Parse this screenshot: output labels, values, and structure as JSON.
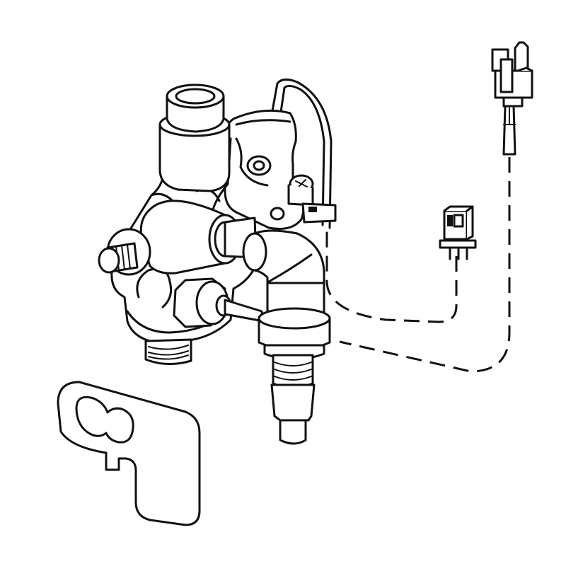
{
  "colors": {
    "line": "#111111",
    "background": "#ffffff"
  },
  "parts": [
    {
      "id": "valve-body",
      "icon": "valve-body-icon"
    },
    {
      "id": "inlet-pipe",
      "icon": "pipe-icon"
    },
    {
      "id": "gear-spindle",
      "icon": "spindle-icon"
    },
    {
      "id": "hex-nut",
      "icon": "nut-icon"
    },
    {
      "id": "elbow-sensor",
      "icon": "elbow-icon"
    },
    {
      "id": "probe",
      "icon": "probe-icon"
    },
    {
      "id": "wire-bracket",
      "icon": "bracket-icon"
    },
    {
      "id": "connector-large",
      "icon": "connector-icon"
    },
    {
      "id": "connector-small",
      "icon": "connector-icon"
    },
    {
      "id": "mounting-plate",
      "icon": "plate-icon"
    }
  ]
}
